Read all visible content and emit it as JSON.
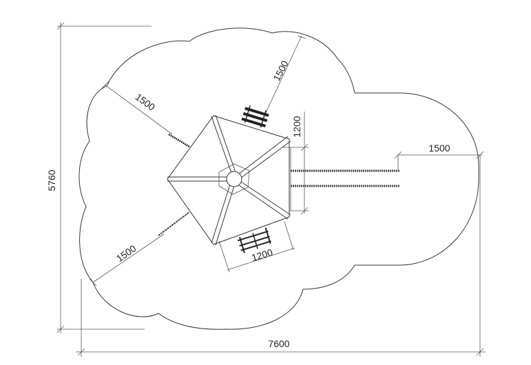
{
  "drawing": {
    "dims": {
      "height": "5760",
      "width": "7600"
    },
    "annotations": {
      "top_left_radius": "1500",
      "top_right_radius": "1500",
      "bottom_left_radius": "1500",
      "right_offset": "1500",
      "platform_height": "1200",
      "platform_width": "1200"
    }
  }
}
